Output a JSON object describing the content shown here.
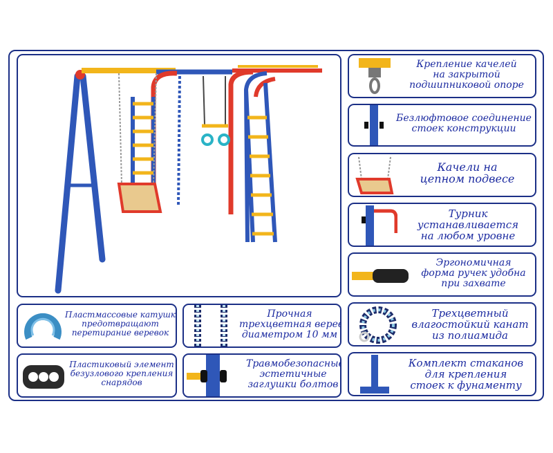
{
  "colors": {
    "frame_border": "#1b2f86",
    "caption_text": "#1b2aa0",
    "pipe_blue": "#2f57b8",
    "pipe_red": "#e03a2b",
    "pipe_yellow": "#f2b51b",
    "seat_wood": "#e9c98e"
  },
  "features": [
    {
      "line1": "Крепление качелей",
      "line2": "на закрытой",
      "line3": "подшипниковой опоре",
      "icon": "bearing-mount-icon"
    },
    {
      "line1": "Безлюфтовое соединение",
      "line2": "стоек конструкции",
      "icon": "pipe-joint-icon"
    },
    {
      "line1": "Качели на",
      "line2": "цепном подвесе",
      "icon": "chain-swing-icon"
    },
    {
      "line1": "Турник",
      "line2": "устанавливается",
      "line3": "на любом уровне",
      "icon": "pull-up-bar-icon"
    },
    {
      "line1": "Эргономичная",
      "line2": "форма ручек удобна",
      "line3": "при захвате",
      "icon": "grip-handle-icon"
    },
    {
      "line1": "Трехцветный",
      "line2": "влагостойкий канат",
      "line3": "из полиамида",
      "icon": "rope-coil-icon"
    },
    {
      "line1": "Комплект стаканов",
      "line2": "для крепления",
      "line3": "стоек к фунаменту",
      "icon": "foundation-cup-icon"
    }
  ],
  "bottom_features": [
    {
      "line1": "Пластмассовые катушки",
      "line2": "предотвращают",
      "line3": "перетирание веревок",
      "icon": "plastic-reel-icon"
    },
    {
      "line1": "Прочная",
      "line2": "трехцветная веревка",
      "line3": "диаметром 10 мм",
      "icon": "braided-rope-icon"
    },
    {
      "line1": "Пластиковый элемент",
      "line2": "безузлового крепления",
      "line3": "снарядов",
      "icon": "knotless-plate-icon"
    },
    {
      "line1": "Травмобезопасные,",
      "line2": "эстетичные",
      "line3": "заглушки болтов",
      "icon": "bolt-cap-icon"
    }
  ]
}
